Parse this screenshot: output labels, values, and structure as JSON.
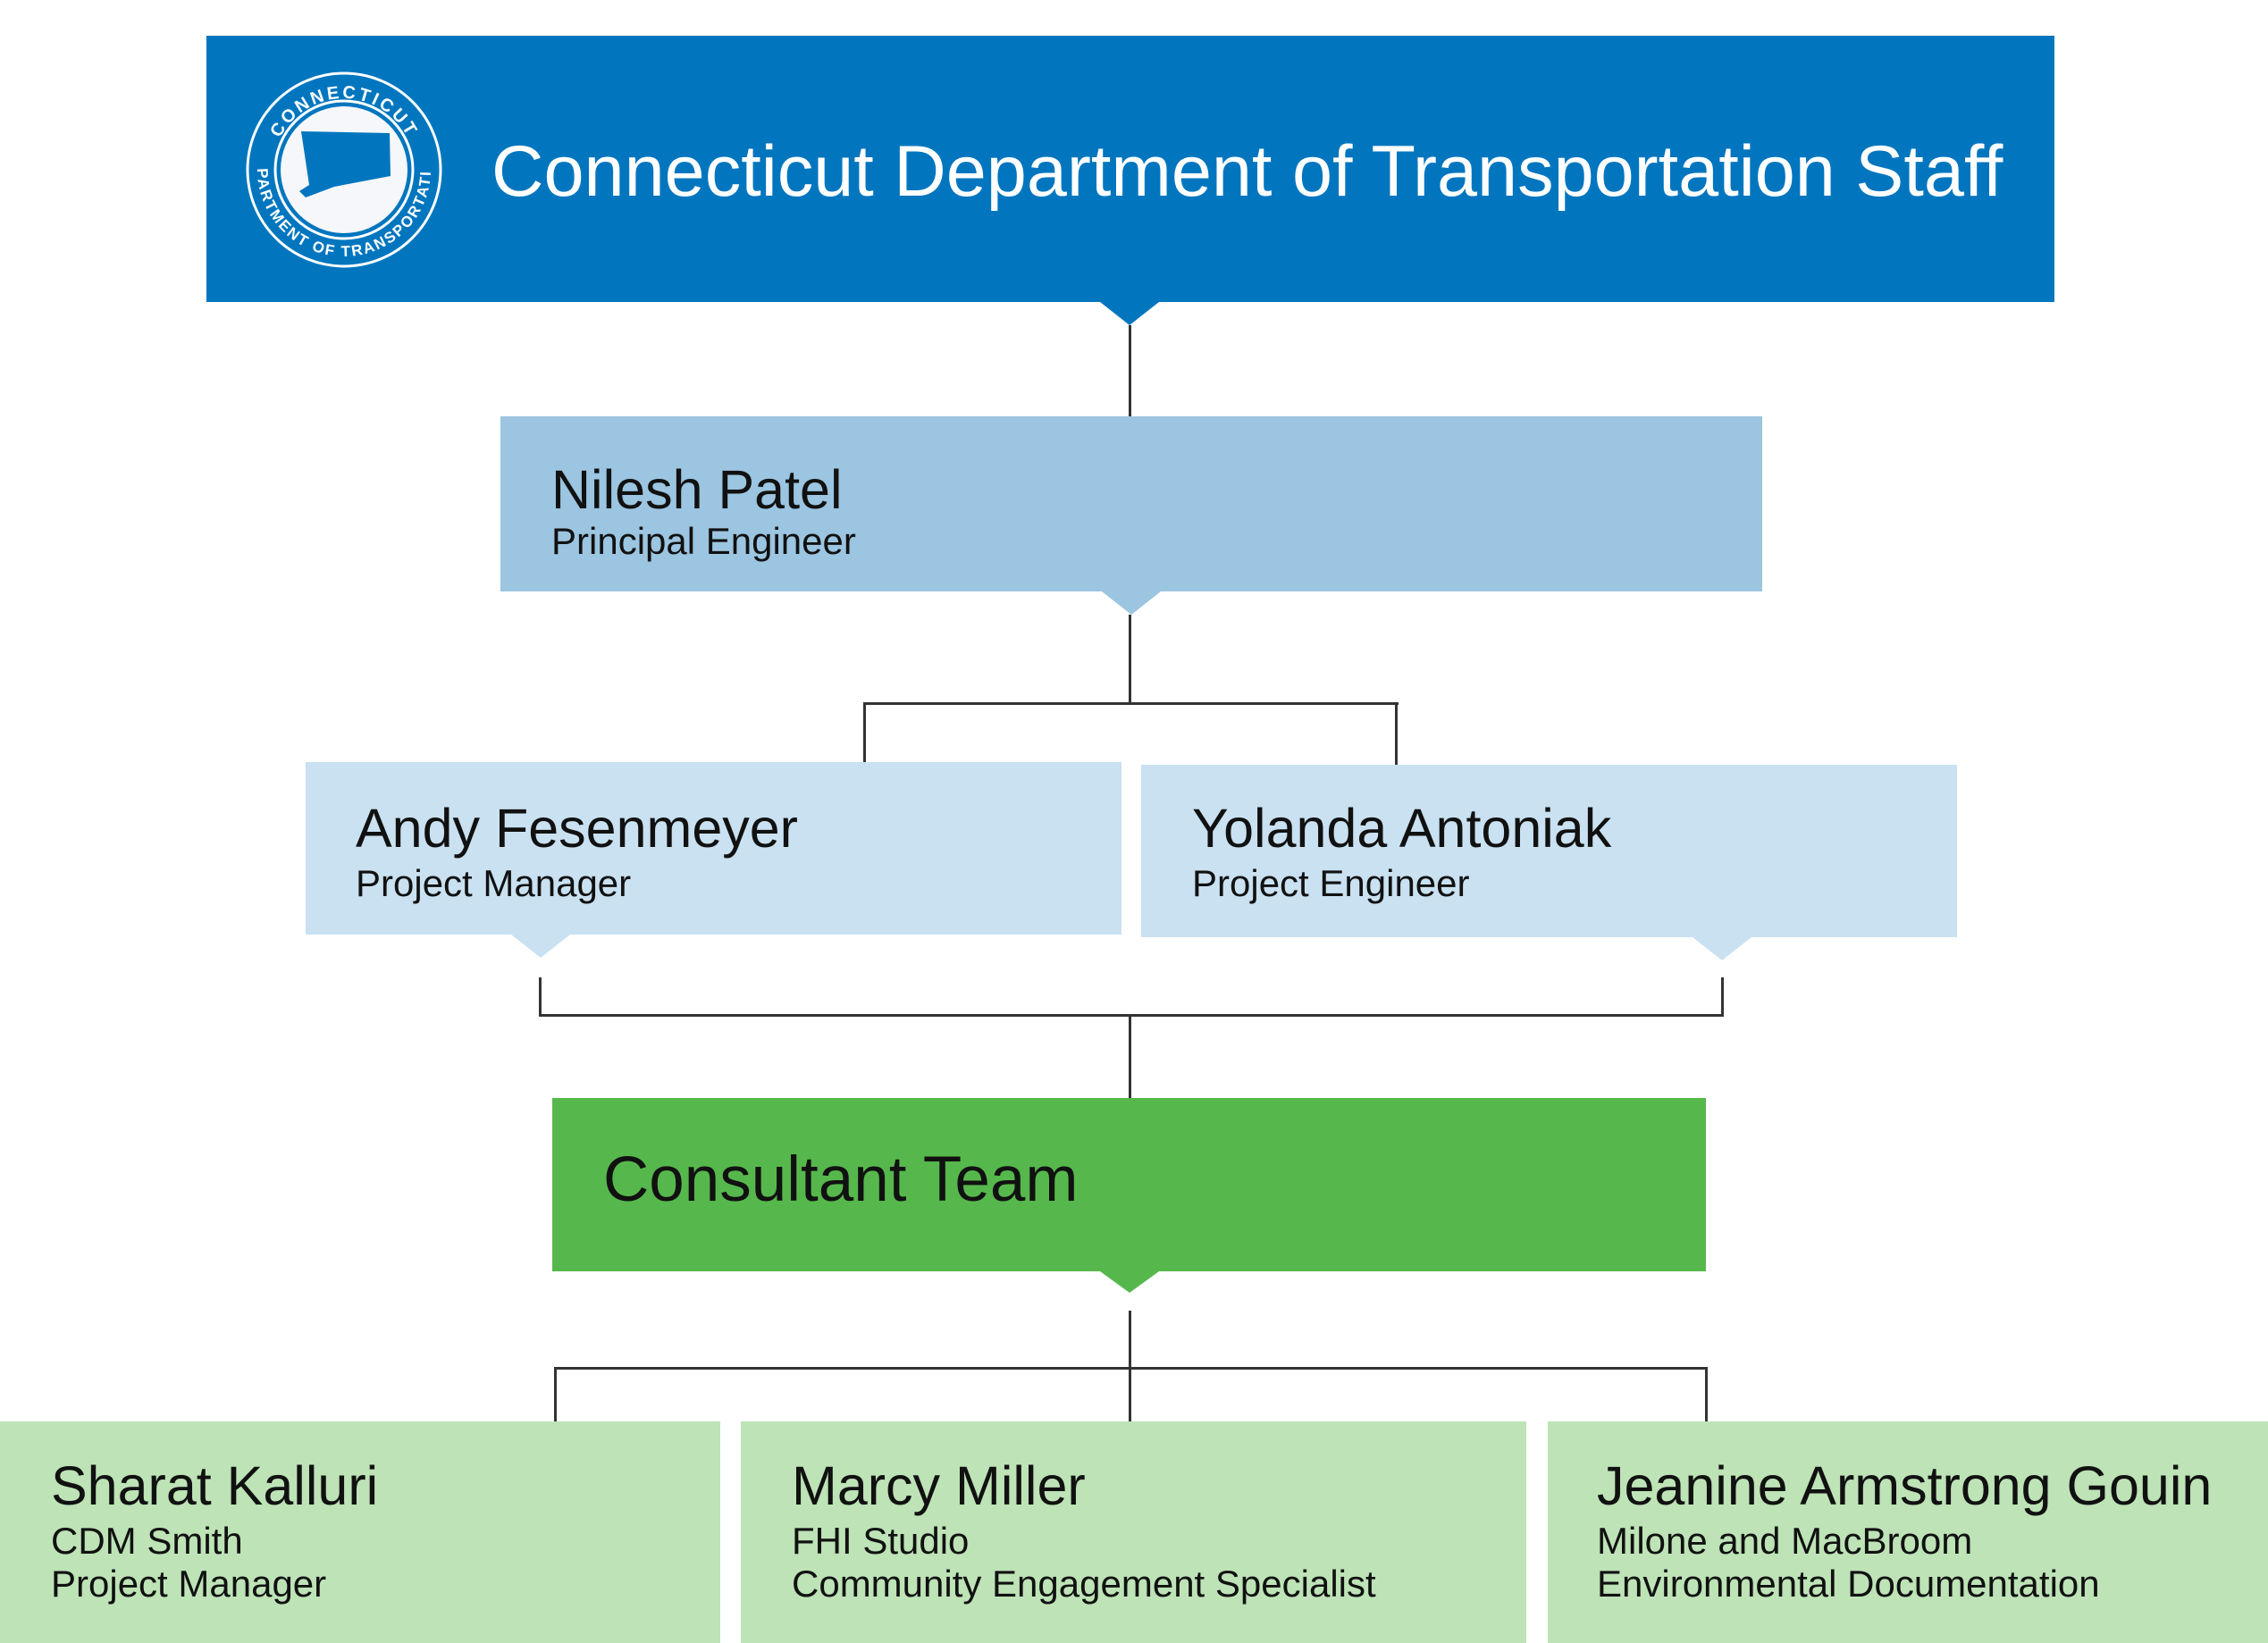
{
  "colors": {
    "header": "#0176bf",
    "principal": "#9bc5e0",
    "managers": "#c9e1f1",
    "consultant_header": "#56b84c",
    "consultants": "#bde3b6"
  },
  "header": {
    "title": "Connecticut Department of Transportation Staff",
    "logo": {
      "top_text": "CONNECTICUT",
      "bottom_text": "DEPARTMENT OF TRANSPORTATION",
      "icon": "connecticut-state-seal-icon"
    }
  },
  "principal": {
    "name": "Nilesh Patel",
    "role": "Principal Engineer"
  },
  "managers": [
    {
      "name": "Andy Fesenmeyer",
      "role": "Project Manager"
    },
    {
      "name": "Yolanda Antoniak",
      "role": "Project Engineer"
    }
  ],
  "consultant_team": {
    "title": "Consultant Team"
  },
  "consultants": [
    {
      "name": "Sharat Kalluri",
      "firm": "CDM Smith",
      "role": "Project Manager"
    },
    {
      "name": "Marcy Miller",
      "firm": "FHI Studio",
      "role": "Community Engagement Specialist"
    },
    {
      "name": "Jeanine Armstrong Gouin",
      "firm": "Milone and MacBroom",
      "role": "Environmental Documentation"
    }
  ]
}
